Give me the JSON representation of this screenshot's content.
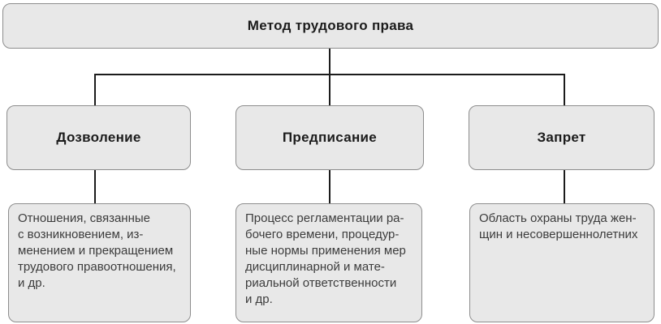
{
  "diagram": {
    "root": {
      "label": "Метод трудового права"
    },
    "branches": [
      {
        "title": "Дозволение",
        "description": "Отношения, связанные\nс возникновением, из-\nменением и прекращением\nтрудового правоотношения,\nи др."
      },
      {
        "title": "Предписание",
        "description": "Процесс регламентации ра-\nбочего времени, процедур-\nные нормы применения мер\nдисциплинарной и мате-\nриальной ответственности\nи др."
      },
      {
        "title": "Запрет",
        "description": "Область охраны труда жен-\nщин и несовершеннолетних"
      }
    ],
    "colors": {
      "box_fill": "#e8e8e8",
      "box_border": "#8d8d8d",
      "connector_line": "#1c1c1c",
      "title_text": "#1c1c1c",
      "body_text": "#3c3c3c",
      "background": "#ffffff"
    }
  }
}
